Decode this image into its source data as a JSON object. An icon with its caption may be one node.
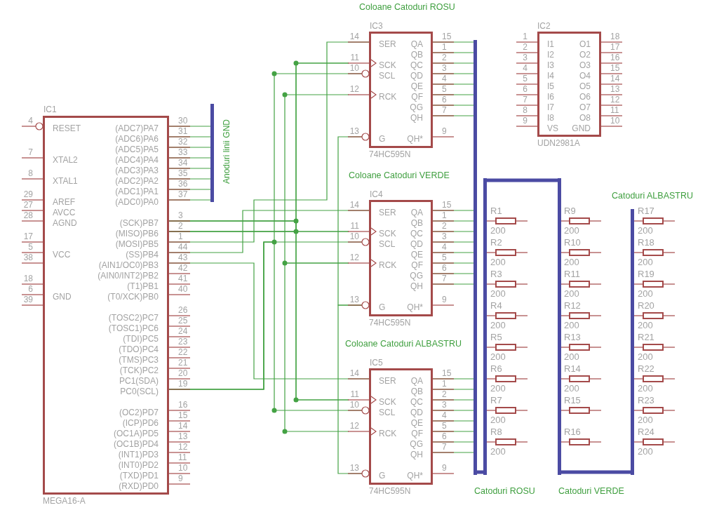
{
  "diagram": {
    "nodes": [
      {
        "text": [
          "IC3",
          "SER",
          "SCK",
          "SCL",
          "RCK",
          "G",
          "QA",
          "QB",
          "QC",
          "QD",
          "QE",
          "QF",
          "QG",
          "QH",
          "QH*",
          "74HC595N"
        ],
        "beside": [
          "14",
          "11",
          "10",
          "12",
          "13",
          "15",
          "1",
          "2",
          "3",
          "4",
          "5",
          "6",
          "7",
          "9"
        ]
      },
      {
        "text": [
          "IC2",
          "I1",
          "I2",
          "I3",
          "I4",
          "I5",
          "I6",
          "I7",
          "I8",
          "VS",
          "O1",
          "O2",
          "O3",
          "O4",
          "O5",
          "O6",
          "O7",
          "O8",
          "GND",
          "UDN2981A"
        ],
        "beside": [
          "1",
          "2",
          "3",
          "4",
          "5",
          "6",
          "7",
          "8",
          "9",
          "18",
          "17",
          "16",
          "15",
          "14",
          "13",
          "12",
          "11",
          "10"
        ]
      },
      {
        "text": [
          "IC1",
          "RESET",
          "XTAL2",
          "XTAL1",
          "AREF",
          "AVCC",
          "AGND",
          "VCC",
          "GND",
          "(ADC7)PA7",
          "(ADC6)PA6",
          "(ADC5)PA5",
          "(ADC4)PA4",
          "(ADC3)PA3",
          "(ADC2)PA2",
          "(ADC1)PA1",
          "(ADC0)PA0",
          "(SCK)PB7",
          "(MISO)PB6",
          "(MOSI)PB5",
          "(SS)PB4",
          "(AIN1/OC0)PB3",
          "(AIN0/INT2)PB2",
          "(T1)PB1",
          "(T0/XCK)PB0",
          "(TOSC2)PC7",
          "(TOSC1)PC6",
          "(TDI)PC5",
          "(TDO)PC4",
          "(TMS)PC3",
          "(TCK)PC2",
          "PC1(SDA)",
          "PC0(SCL)",
          "(OC2)PD7",
          "(ICP)PD6",
          "(OC1A)PD5",
          "(OC1B)PD4",
          "(INT1)PD3",
          "(INT0)PD2",
          "(TXD)PD1",
          "(RXD)PD0",
          "MEGA16-A"
        ],
        "beside": [
          "4",
          "7",
          "8",
          "29",
          "27",
          "28",
          "17",
          "5",
          "38",
          "18",
          "6",
          "39",
          "30",
          "31",
          "32",
          "33",
          "34",
          "35",
          "36",
          "37",
          "3",
          "2",
          "1",
          "44",
          "43",
          "42",
          "41",
          "40",
          "26",
          "25",
          "24",
          "23",
          "22",
          "21",
          "20",
          "19",
          "16",
          "15",
          "14",
          "13",
          "12",
          "11",
          "10",
          "9"
        ]
      },
      {
        "text": [],
        "shape": "bar",
        "beside": [
          "Anoduri linii GND"
        ]
      },
      {
        "text": [
          "IC4",
          "SER",
          "SCK",
          "SCL",
          "RCK",
          "G",
          "QA",
          "QB",
          "QC",
          "QD",
          "QE",
          "QF",
          "QG",
          "QH",
          "QH*",
          "74HC595N"
        ],
        "beside": [
          "14",
          "11",
          "10",
          "12",
          "13",
          "15",
          "1",
          "2",
          "3",
          "4",
          "5",
          "6",
          "7",
          "9"
        ]
      },
      {
        "text": [
          "IC5",
          "SER",
          "SCK",
          "SCL",
          "RCK",
          "G",
          "QA",
          "QB",
          "QC",
          "QD",
          "QE",
          "QF",
          "QG",
          "QH",
          "QH*",
          "74HC595N"
        ],
        "beside": [
          "14",
          "11",
          "10",
          "12",
          "13",
          "15",
          "1",
          "2",
          "3",
          "4",
          "5",
          "6",
          "7",
          "9"
        ]
      },
      {
        "text": [],
        "shape": "bar"
      },
      {
        "text": [],
        "shape": "bar"
      },
      {
        "text": [],
        "shape": "bar"
      },
      {
        "text": [],
        "shape": "bar"
      },
      {
        "text": [
          "R1",
          "200"
        ]
      },
      {
        "text": [
          "R2",
          "200"
        ]
      },
      {
        "text": [
          "R3",
          "200"
        ]
      },
      {
        "text": [
          "R4",
          "200"
        ]
      },
      {
        "text": [
          "R5",
          "200"
        ]
      },
      {
        "text": [
          "R6",
          "200"
        ]
      },
      {
        "text": [
          "R7",
          "200"
        ]
      },
      {
        "text": [
          "R8",
          "200"
        ]
      },
      {
        "text": [
          "R9",
          "200"
        ]
      },
      {
        "text": [
          "R10",
          "200"
        ]
      },
      {
        "text": [
          "R11",
          "200"
        ]
      },
      {
        "text": [
          "R12",
          "200"
        ]
      },
      {
        "text": [
          "R13",
          "200"
        ]
      },
      {
        "text": [
          "R14",
          "200"
        ]
      },
      {
        "text": [
          "R15"
        ]
      },
      {
        "text": [
          "R16"
        ]
      },
      {
        "text": [
          "R17",
          "200"
        ]
      },
      {
        "text": [
          "R18",
          "200"
        ]
      },
      {
        "text": [
          "R19",
          "200"
        ]
      },
      {
        "text": [
          "R20",
          "200"
        ]
      },
      {
        "text": [
          "R21",
          "200"
        ]
      },
      {
        "text": [
          "R22",
          "200"
        ]
      },
      {
        "text": [
          "R23",
          "200"
        ]
      },
      {
        "text": [
          "R24",
          "200"
        ]
      }
    ],
    "edges": [
      {
        "from": 2,
        "to": 3,
        "arrow": "none"
      },
      {
        "from": 2,
        "to": 3,
        "arrow": "none"
      },
      {
        "from": 2,
        "to": 3,
        "arrow": "none"
      },
      {
        "from": 2,
        "to": 3,
        "arrow": "none"
      },
      {
        "from": 2,
        "to": 3,
        "arrow": "none"
      },
      {
        "from": 2,
        "to": 3,
        "arrow": "none"
      },
      {
        "from": 2,
        "to": 3,
        "arrow": "none"
      },
      {
        "from": 2,
        "to": 3,
        "arrow": "none"
      },
      {
        "from": 2,
        "to": 0,
        "arrow": "none"
      },
      {
        "from": 2,
        "to": 4,
        "arrow": "none"
      },
      {
        "from": 2,
        "to": 5,
        "arrow": "none"
      },
      {
        "from": 2,
        "to": 0,
        "arrow": "none"
      },
      {
        "from": 2,
        "to": 4,
        "arrow": "none"
      },
      {
        "from": 2,
        "to": 5,
        "arrow": "none"
      },
      {
        "from": 2,
        "to": 0,
        "arrow": "none"
      },
      {
        "from": 2,
        "to": 4,
        "arrow": "none"
      },
      {
        "from": 2,
        "to": 5,
        "arrow": "none"
      },
      {
        "from": 2,
        "to": 0,
        "arrow": "none"
      },
      {
        "from": 2,
        "to": 4,
        "arrow": "none"
      },
      {
        "from": 2,
        "to": 5,
        "arrow": "none"
      },
      {
        "from": 0,
        "to": 4,
        "arrow": "none"
      },
      {
        "from": 4,
        "to": 5,
        "arrow": "none"
      },
      {
        "from": 0,
        "to": 4,
        "arrow": "none"
      },
      {
        "from": 4,
        "to": 5,
        "arrow": "none"
      },
      {
        "from": 0,
        "to": 6,
        "arrow": "none"
      },
      {
        "from": 0,
        "to": 6,
        "arrow": "none"
      },
      {
        "from": 0,
        "to": 6,
        "arrow": "none"
      },
      {
        "from": 0,
        "to": 6,
        "arrow": "none"
      },
      {
        "from": 0,
        "to": 6,
        "arrow": "none"
      },
      {
        "from": 0,
        "to": 6,
        "arrow": "none"
      },
      {
        "from": 0,
        "to": 6,
        "arrow": "none"
      },
      {
        "from": 0,
        "to": 6,
        "arrow": "none"
      },
      {
        "from": 4,
        "to": 6,
        "arrow": "none"
      },
      {
        "from": 4,
        "to": 6,
        "arrow": "none"
      },
      {
        "from": 4,
        "to": 6,
        "arrow": "none"
      },
      {
        "from": 4,
        "to": 6,
        "arrow": "none"
      },
      {
        "from": 4,
        "to": 6,
        "arrow": "none"
      },
      {
        "from": 4,
        "to": 6,
        "arrow": "none"
      },
      {
        "from": 4,
        "to": 6,
        "arrow": "none"
      },
      {
        "from": 4,
        "to": 6,
        "arrow": "none"
      },
      {
        "from": 5,
        "to": 6,
        "arrow": "none"
      },
      {
        "from": 5,
        "to": 6,
        "arrow": "none"
      },
      {
        "from": 5,
        "to": 6,
        "arrow": "none"
      },
      {
        "from": 5,
        "to": 6,
        "arrow": "none"
      },
      {
        "from": 5,
        "to": 6,
        "arrow": "none"
      },
      {
        "from": 5,
        "to": 6,
        "arrow": "none"
      },
      {
        "from": 5,
        "to": 6,
        "arrow": "none"
      },
      {
        "from": 5,
        "to": 6,
        "arrow": "none"
      },
      {
        "from": 6,
        "to": 7,
        "arrow": "none",
        "style": "thick",
        "color": "#4b4ba3"
      },
      {
        "from": 7,
        "to": 8,
        "arrow": "none",
        "style": "thick",
        "color": "#4b4ba3"
      },
      {
        "from": 8,
        "to": 9,
        "arrow": "none",
        "style": "thick",
        "color": "#4b4ba3"
      },
      {
        "from": 7,
        "to": 10,
        "arrow": "none",
        "color": "#a44a4a"
      },
      {
        "from": 7,
        "to": 11,
        "arrow": "none",
        "color": "#a44a4a"
      },
      {
        "from": 7,
        "to": 12,
        "arrow": "none",
        "color": "#a44a4a"
      },
      {
        "from": 7,
        "to": 13,
        "arrow": "none",
        "color": "#a44a4a"
      },
      {
        "from": 7,
        "to": 14,
        "arrow": "none",
        "color": "#a44a4a"
      },
      {
        "from": 7,
        "to": 15,
        "arrow": "none",
        "color": "#a44a4a"
      },
      {
        "from": 7,
        "to": 16,
        "arrow": "none",
        "color": "#a44a4a"
      },
      {
        "from": 7,
        "to": 17,
        "arrow": "none",
        "color": "#a44a4a"
      },
      {
        "from": 8,
        "to": 18,
        "arrow": "none",
        "color": "#a44a4a"
      },
      {
        "from": 8,
        "to": 19,
        "arrow": "none",
        "color": "#a44a4a"
      },
      {
        "from": 8,
        "to": 20,
        "arrow": "none",
        "color": "#a44a4a"
      },
      {
        "from": 8,
        "to": 21,
        "arrow": "none",
        "color": "#a44a4a"
      },
      {
        "from": 8,
        "to": 22,
        "arrow": "none",
        "color": "#a44a4a"
      },
      {
        "from": 8,
        "to": 23,
        "arrow": "none",
        "color": "#a44a4a"
      },
      {
        "from": 8,
        "to": 24,
        "arrow": "none",
        "color": "#a44a4a"
      },
      {
        "from": 8,
        "to": 25,
        "arrow": "none",
        "color": "#a44a4a"
      },
      {
        "from": 9,
        "to": 26,
        "arrow": "none",
        "color": "#a44a4a"
      },
      {
        "from": 9,
        "to": 27,
        "arrow": "none",
        "color": "#a44a4a"
      },
      {
        "from": 9,
        "to": 28,
        "arrow": "none",
        "color": "#a44a4a"
      },
      {
        "from": 9,
        "to": 29,
        "arrow": "none",
        "color": "#a44a4a"
      },
      {
        "from": 9,
        "to": 30,
        "arrow": "none",
        "color": "#a44a4a"
      },
      {
        "from": 9,
        "to": 31,
        "arrow": "none",
        "color": "#a44a4a"
      },
      {
        "from": 9,
        "to": 32,
        "arrow": "none",
        "color": "#a44a4a"
      },
      {
        "from": 9,
        "to": 33,
        "arrow": "none",
        "color": "#a44a4a"
      }
    ],
    "labels": [
      "Coloane Catoduri ROSU",
      "Coloane Catoduri VERDE",
      "Catoduri ALBASTRU",
      "Coloane Catoduri ALBASTRU",
      "Catoduri ROSU",
      "Catoduri VERDE"
    ]
  }
}
